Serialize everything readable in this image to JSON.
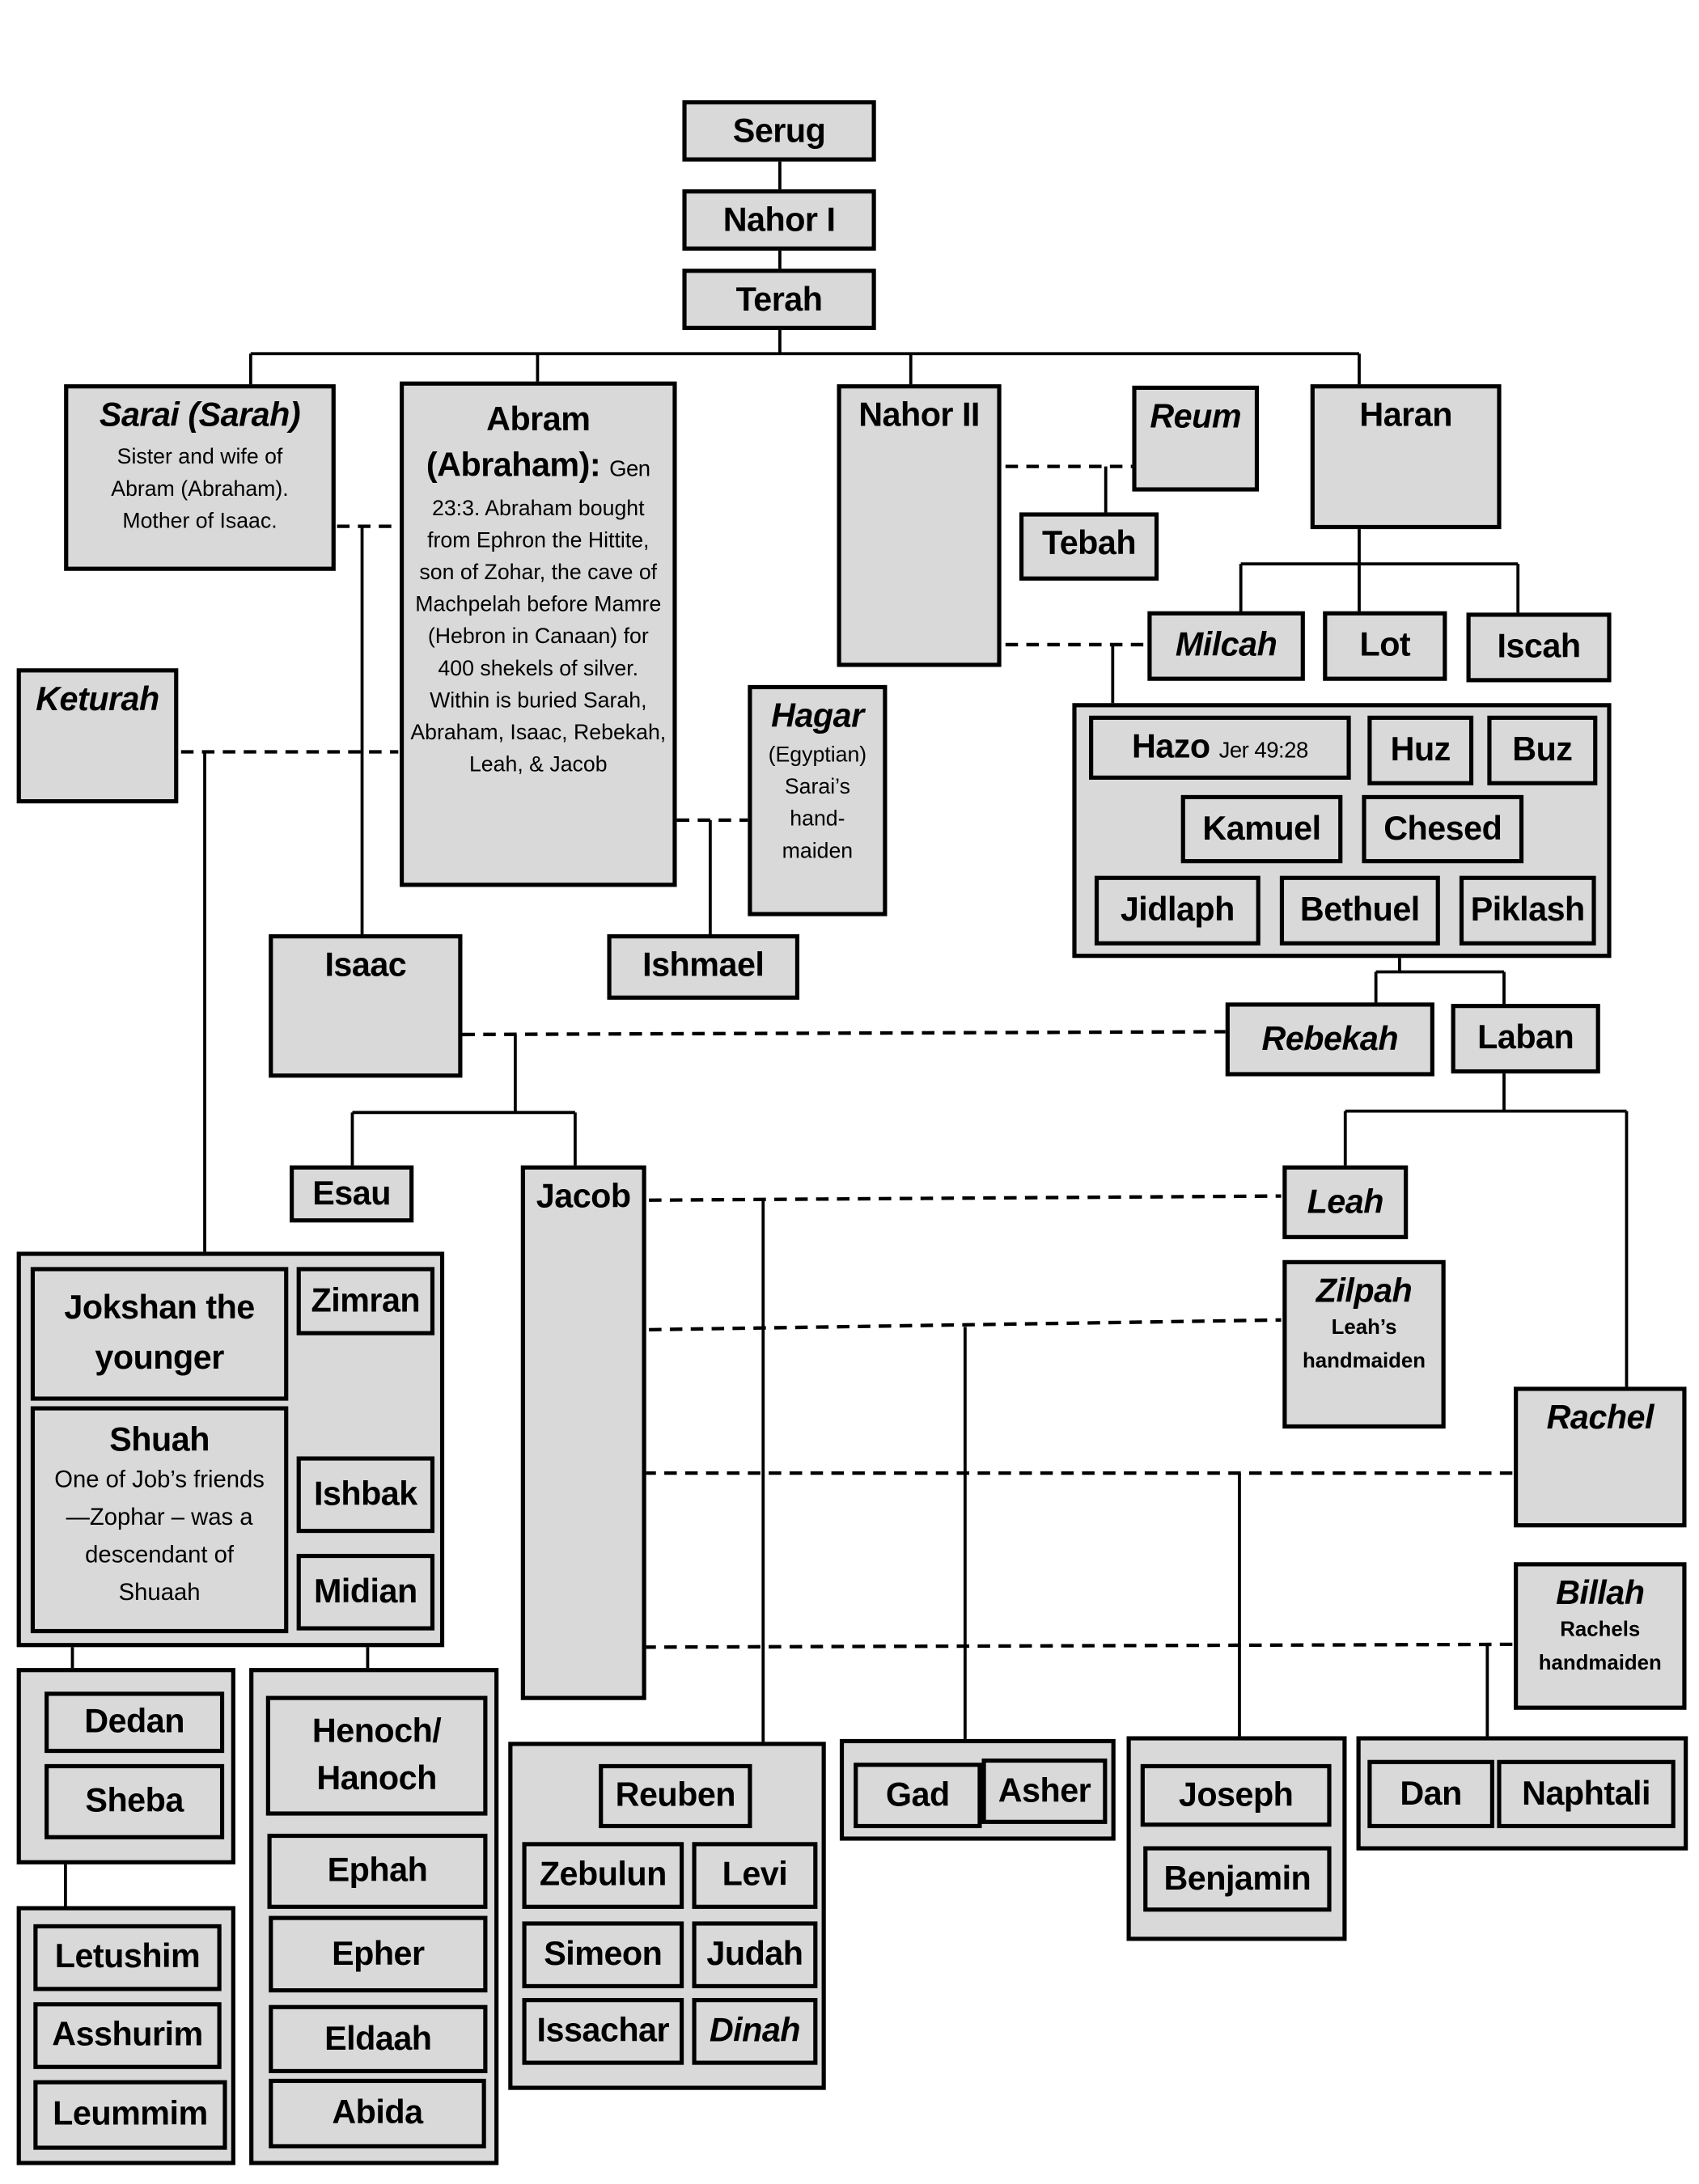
{
  "title": "Family tree from Serug to the twelve sons of Jacob",
  "colors": {
    "box_fill": "#d9d9d9",
    "border": "#000000",
    "background": "#ffffff"
  },
  "people": {
    "serug": "Serug",
    "nahor1": "Nahor I",
    "terah": "Terah",
    "sarai": {
      "name": "Sarai (Sarah)",
      "note": "Sister and wife of Abram (Abraham). Mother of Isaac."
    },
    "abram": {
      "name": "Abram (Abraham):",
      "note_ref": "Gen",
      "note": "23:3. Abraham bought from Ephron the Hittite, son of Zohar, the cave of Machpelah before Mamre (Hebron in Canaan) for 400 shekels of silver. Within is buried Sarah, Abraham, Isaac, Rebekah, Leah, & Jacob"
    },
    "nahor2": "Nahor II",
    "reum": "Reum",
    "tebah": "Tebah",
    "haran": "Haran",
    "milcah": "Milcah",
    "lot": "Lot",
    "iscah": "Iscah",
    "keturah": "Keturah",
    "hagar": {
      "name": "Hagar",
      "note": "(Egyptian) Sarai’s hand- maiden"
    },
    "ishmael": "Ishmael",
    "isaac": "Isaac",
    "rebekah": "Rebekah",
    "laban": "Laban",
    "esau": "Esau",
    "jacob": "Jacob",
    "leah": "Leah",
    "zilpah": {
      "name": "Zilpah",
      "note": "Leah’s handmaiden"
    },
    "rachel": "Rachel",
    "billah": {
      "name": "Billah",
      "note": "Rachels handmaiden"
    }
  },
  "nahor_sons": {
    "hazo": {
      "name": "Hazo",
      "ref": "Jer 49:28"
    },
    "huz": "Huz",
    "buz": "Buz",
    "kamuel": "Kamuel",
    "chesed": "Chesed",
    "jidlaph": "Jidlaph",
    "bethuel": "Bethuel",
    "piklash": "Piklash"
  },
  "keturah_sons": {
    "jokshan": "Jokshan the younger",
    "zimran": "Zimran",
    "shuah": {
      "name": "Shuah",
      "note": "One of Job’s friends—Zophar – was a descendant of Shuaah"
    },
    "ishbak": "Ishbak",
    "midian": "Midian"
  },
  "jokshan_sons": [
    "Dedan",
    "Sheba"
  ],
  "dedan_sons": [
    "Letushim",
    "Asshurim",
    "Leummim"
  ],
  "midian_sons": [
    "Henoch/ Hanoch",
    "Ephah",
    "Epher",
    "Eldaah",
    "Abida"
  ],
  "leah_children": {
    "top": "Reuben",
    "rows": [
      [
        "Zebulun",
        "Levi"
      ],
      [
        "Simeon",
        "Judah"
      ],
      [
        "Issachar",
        "Dinah"
      ]
    ]
  },
  "zilpah_children": [
    "Gad",
    "Asher"
  ],
  "rachel_children": [
    "Joseph",
    "Benjamin"
  ],
  "billah_children": [
    "Dan",
    "Naphtali"
  ]
}
